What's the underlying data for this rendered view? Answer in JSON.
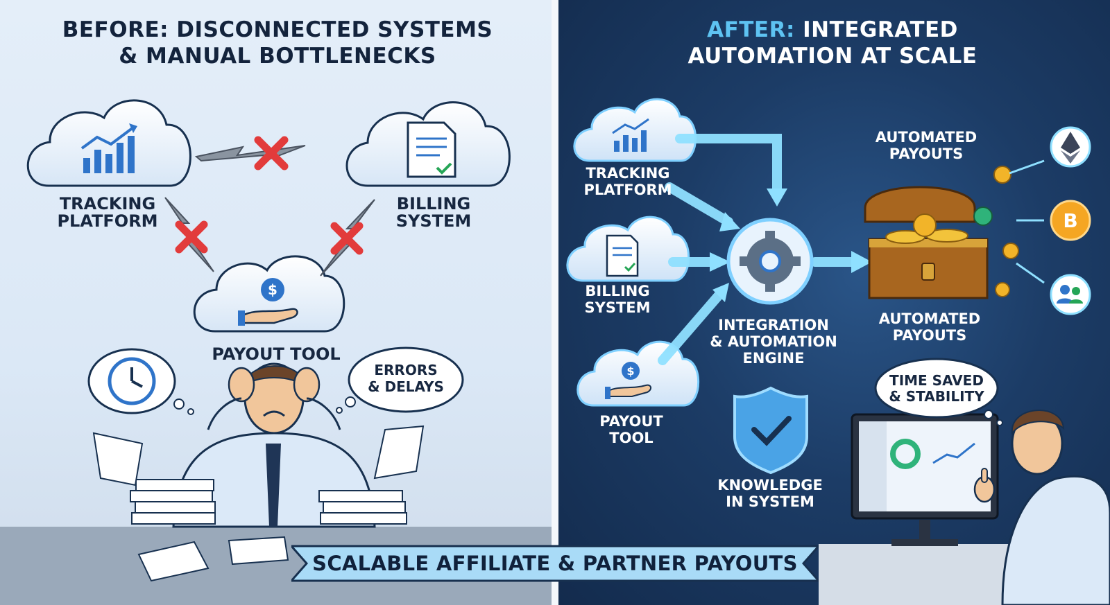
{
  "before": {
    "title_line1": "BEFORE: DISCONNECTED SYSTEMS",
    "title_line2": "& MANUAL BOTTLENECKS",
    "tracking_line1": "TRACKING",
    "tracking_line2": "PLATFORM",
    "billing_line1": "BILLING",
    "billing_line2": "SYSTEM",
    "payout": "PAYOUT TOOL",
    "bubble_line1": "ERRORS",
    "bubble_line2": "& DELAYS"
  },
  "after": {
    "title_accent": "AFTER:",
    "title_line1_rest": " INTEGRATED",
    "title_line2": "AUTOMATION AT SCALE",
    "tracking_line1": "TRACKING",
    "tracking_line2": "PLATFORM",
    "billing_line1": "BILLING",
    "billing_line2": "SYSTEM",
    "payout_line1": "PAYOUT",
    "payout_line2": "TOOL",
    "engine_line1": "INTEGRATION",
    "engine_line2": "& AUTOMATION",
    "engine_line3": "ENGINE",
    "auto_top_line1": "AUTOMATED",
    "auto_top_line2": "PAYOUTS",
    "auto_bottom_line1": "AUTOMATED",
    "auto_bottom_line2": "PAYOUTS",
    "knowledge_line1": "KNOWLEDGE",
    "knowledge_line2": "IN SYSTEM",
    "bubble_line1": "TIME SAVED",
    "bubble_line2": "& STABILITY"
  },
  "banner": "SCALABLE AFFILIATE & PARTNER PAYOUTS",
  "colors": {
    "left_bg": "#e4eef9",
    "right_bg": "#1c3c66",
    "accent": "#5ec3f2",
    "error_red": "#e23b3b",
    "dark_text": "#172740"
  }
}
